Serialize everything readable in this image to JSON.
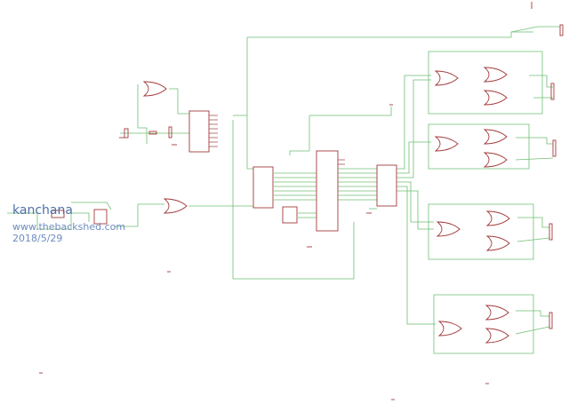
{
  "watermark": {
    "name": "kanchana",
    "url": "www.thebackshed.com",
    "date": "2018/5/29"
  },
  "colors": {
    "wire": "#6fbf73",
    "part": "#a33a3a",
    "watermark": "#4d6fa8"
  }
}
